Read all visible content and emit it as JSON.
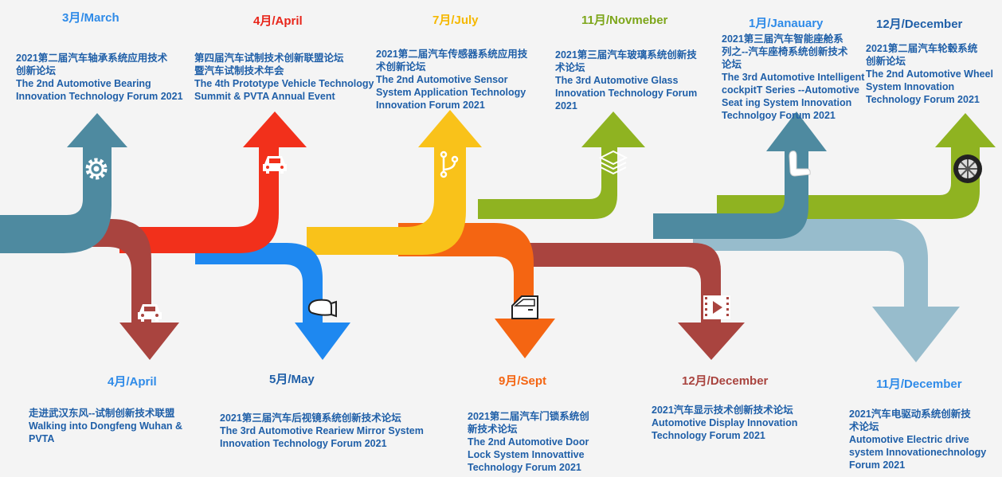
{
  "colors": {
    "teal": "#4e8aa0",
    "red": "#a9443f",
    "orange_red": "#f2301b",
    "blue": "#1e88f0",
    "yellow": "#f9c21a",
    "orange": "#f46512",
    "green": "#8fb321",
    "light_blue": "#97bccc",
    "month_blue": "#2f8be8",
    "text_blue": "#1f5fa8"
  },
  "events": [
    {
      "month": "3月/March",
      "color": "#2f8be8",
      "lines": [
        "2021第二届汽车轴承系统应用技术",
        "创新论坛",
        "The 2nd Automotive Bearing",
        "Innovation Technology Forum 2021"
      ],
      "icon": "gear-icon"
    },
    {
      "month": "4月/April",
      "color": "#e8251a",
      "lines": [
        "第四届汽车试制技术创新联盟论坛",
        "暨汽车试制技术年会",
        "The  4th  Prototype Vehicle Technology",
        "Summit & PVTA Annual  Event"
      ],
      "icon": "car-icon"
    },
    {
      "month": "7月/July",
      "color": "#f5b800",
      "lines": [
        "2021第二届汽车传感器系统应用技",
        "术创新论坛",
        "The 2nd Automotive Sensor",
        "System Application Technology",
        "Innovation Forum 2021"
      ],
      "icon": "sensor-icon"
    },
    {
      "month": "11月/Novmeber",
      "color": "#7da61a",
      "lines": [
        "2021第三届汽车玻璃系统创新技",
        "术论坛",
        "The 3rd Automotive Glass",
        "Innovation Technology Forum",
        "2021"
      ],
      "icon": "layers-icon"
    },
    {
      "month": "1月/Janauary",
      "color": "#2f8be8",
      "lines": [
        "2021第三届汽车智能座舱系",
        "列之--汽车座椅系统创新技术",
        "论坛",
        "The 3rd Automotive Intelligent",
        "cockpitT Series --Automotive",
        "Seat ing System Innovation",
        "Technolgoy Forum 2021"
      ],
      "icon": "seat-icon"
    },
    {
      "month": "12月/December",
      "color": "#1f5fa8",
      "lines": [
        "2021第二届汽车轮毂系统",
        "创新论坛",
        "The 2nd Automotive Wheel",
        "System  Innovation",
        "Technology Forum 2021"
      ],
      "icon": "wheel-icon"
    },
    {
      "month": "4月/April",
      "color": "#2f8be8",
      "lines": [
        "走进武汉东风--试制创新技术联盟",
        "Walking into  Dongfeng Wuhan &",
        "PVTA"
      ],
      "icon": "car-icon"
    },
    {
      "month": "5月/May",
      "color": "#1f5fa8",
      "lines": [
        "2021第三届汽车后视镜系统创新技术论坛",
        "The 3rd Automotive Reariew Mirror System",
        "Innovation Technology Forum 2021"
      ],
      "icon": "mirror-icon"
    },
    {
      "month": "9月/Sept",
      "color": "#f46512",
      "lines": [
        "2021第二届汽车门锁系统创",
        "新技术论坛",
        "The 2nd Automotive  Door",
        "Lock System Innovattive",
        "Technology Forum 2021"
      ],
      "icon": "door-icon"
    },
    {
      "month": "12月/December",
      "color": "#a9443f",
      "lines": [
        "2021汽车显示技术创新技术论坛",
        "Automotive  Display  Innovation",
        "Technology Forum 2021"
      ],
      "icon": "display-icon"
    },
    {
      "month": "11月/December",
      "color": "#2f8be8",
      "lines": [
        "2021汽车电驱动系统创新技",
        "术论坛",
        "Automotive Electric drive",
        "system Innovationechnology",
        "Forum 2021"
      ],
      "icon": "motor-icon"
    }
  ]
}
